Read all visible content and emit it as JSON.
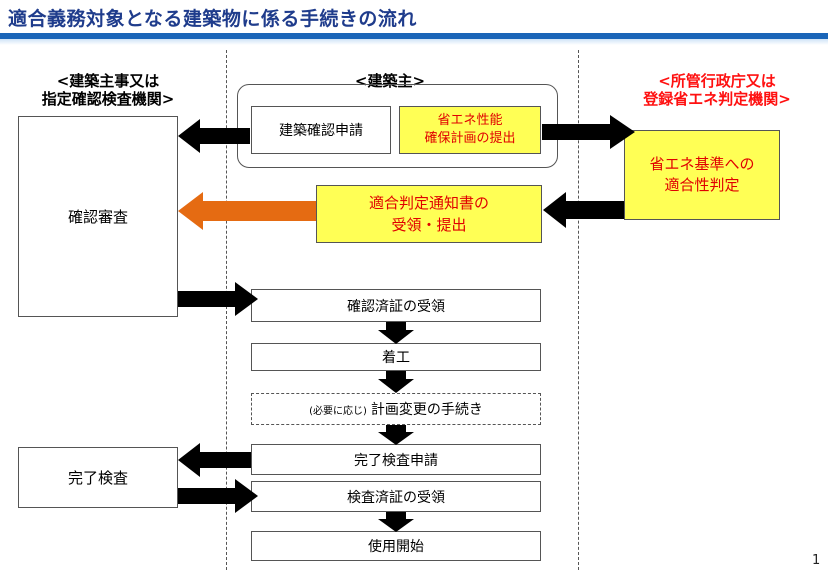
{
  "title": "適合義務対象となる建築物に係る手続きの流れ",
  "columns": {
    "left": "<建築主事又は\n指定確認検査機関>",
    "center": "<建築主>",
    "right": "<所管行政庁又は\n登録省エネ判定機関>"
  },
  "boxes": {
    "kakunin_shinsei": "建築確認申請",
    "shoene_plan": "省エネ性能\n確保計画の提出",
    "shoene_hantei": "省エネ基準への\n適合性判定",
    "tsuchisho": "適合判定通知書の\n受領・提出",
    "kakunin_shinsa": "確認審査",
    "kakunin_juryo": "確認済証の受領",
    "chakko": "着工",
    "keikaku_henko_small": "(必要に応じ)",
    "keikaku_henko": "計画変更の手続き",
    "kanryo_shinsei": "完了検査申請",
    "kanryo_kensa": "完了検査",
    "kensa_juryo": "検査済証の受領",
    "shiyo_kaishi": "使用開始"
  },
  "page_number": "1",
  "colors": {
    "title": "#1f3c8c",
    "title_bar": "#1a65b8",
    "highlight_box": "#ffff55",
    "highlight_text": "#e00000",
    "orange_arrow": "#e56b12",
    "arrow": "#000000"
  }
}
